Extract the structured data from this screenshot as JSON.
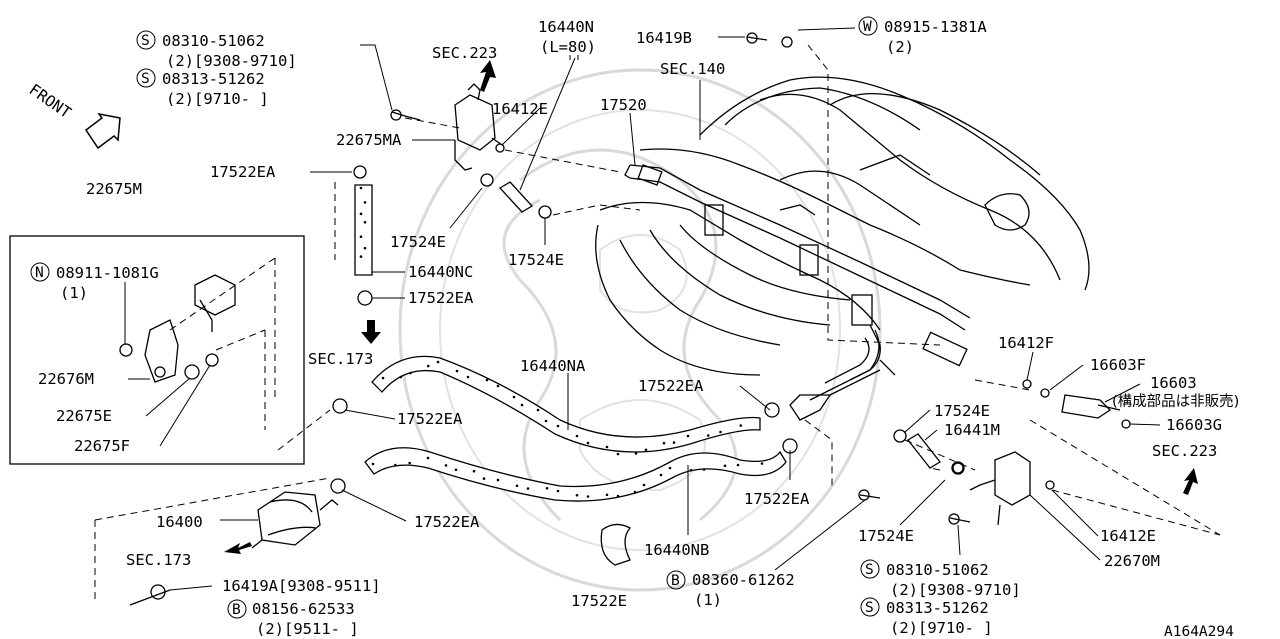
{
  "diagram_id": "A164A294",
  "labels": {
    "p16440N": "16440N",
    "p16440N_len": "(L=80)",
    "p16419B": "16419B",
    "p08915": "08915-1381A",
    "p08915_qty": "(2)",
    "p08310_top": "08310-51062",
    "p08310_top_qty": "(2)[9308-9710]",
    "p08313_top": "08313-51262",
    "p08313_top_qty": "(2)[9710-      ]",
    "sec223_top": "SEC.223",
    "sec140": "SEC.140",
    "p16412E_top": "16412E",
    "p17520": "17520",
    "p22675MA": "22675MA",
    "p17522EA_1": "17522EA",
    "front": "FRONT",
    "p22675M": "22675M",
    "p17524E_1": "17524E",
    "p17524E_2": "17524E",
    "p16440NC": "16440NC",
    "p17522EA_2": "17522EA",
    "p08911": "08911-1081G",
    "p08911_qty": "(1)",
    "p22676M": "22676M",
    "p22675E": "22675E",
    "p22675F": "22675F",
    "sec173_mid": "SEC.173",
    "p16440NA": "16440NA",
    "p17522EA_3": "17522EA",
    "p17522EA_4": "17522EA",
    "p16412F": "16412F",
    "p16603F": "16603F",
    "p16603": "16603",
    "p16603_note": "(構成部品は非販売)",
    "p16603G": "16603G",
    "p17524E_3": "17524E",
    "p16441M": "16441M",
    "sec223_bot": "SEC.223",
    "p17522EA_5": "17522EA",
    "p17522EA_6": "17522EA",
    "p16400": "16400",
    "sec173_bot": "SEC.173",
    "p16440NB": "16440NB",
    "p17524E_4": "17524E",
    "p16412E_bot": "16412E",
    "p22670M": "22670M",
    "p16419A": "16419A[9308-9511]",
    "p08156": "08156-62533",
    "p08156_qty": "(2)[9511-      ]",
    "p17522E": "17522E",
    "p08360": "08360-61262",
    "p08360_qty": "(1)",
    "p08310_bot": "08310-51062",
    "p08310_bot_qty": "(2)[9308-9710]",
    "p08313_bot": "08313-51262",
    "p08313_bot_qty": "(2)[9710-      ]"
  },
  "symbols": {
    "S": "S",
    "W": "W",
    "N": "N",
    "B": "B"
  }
}
